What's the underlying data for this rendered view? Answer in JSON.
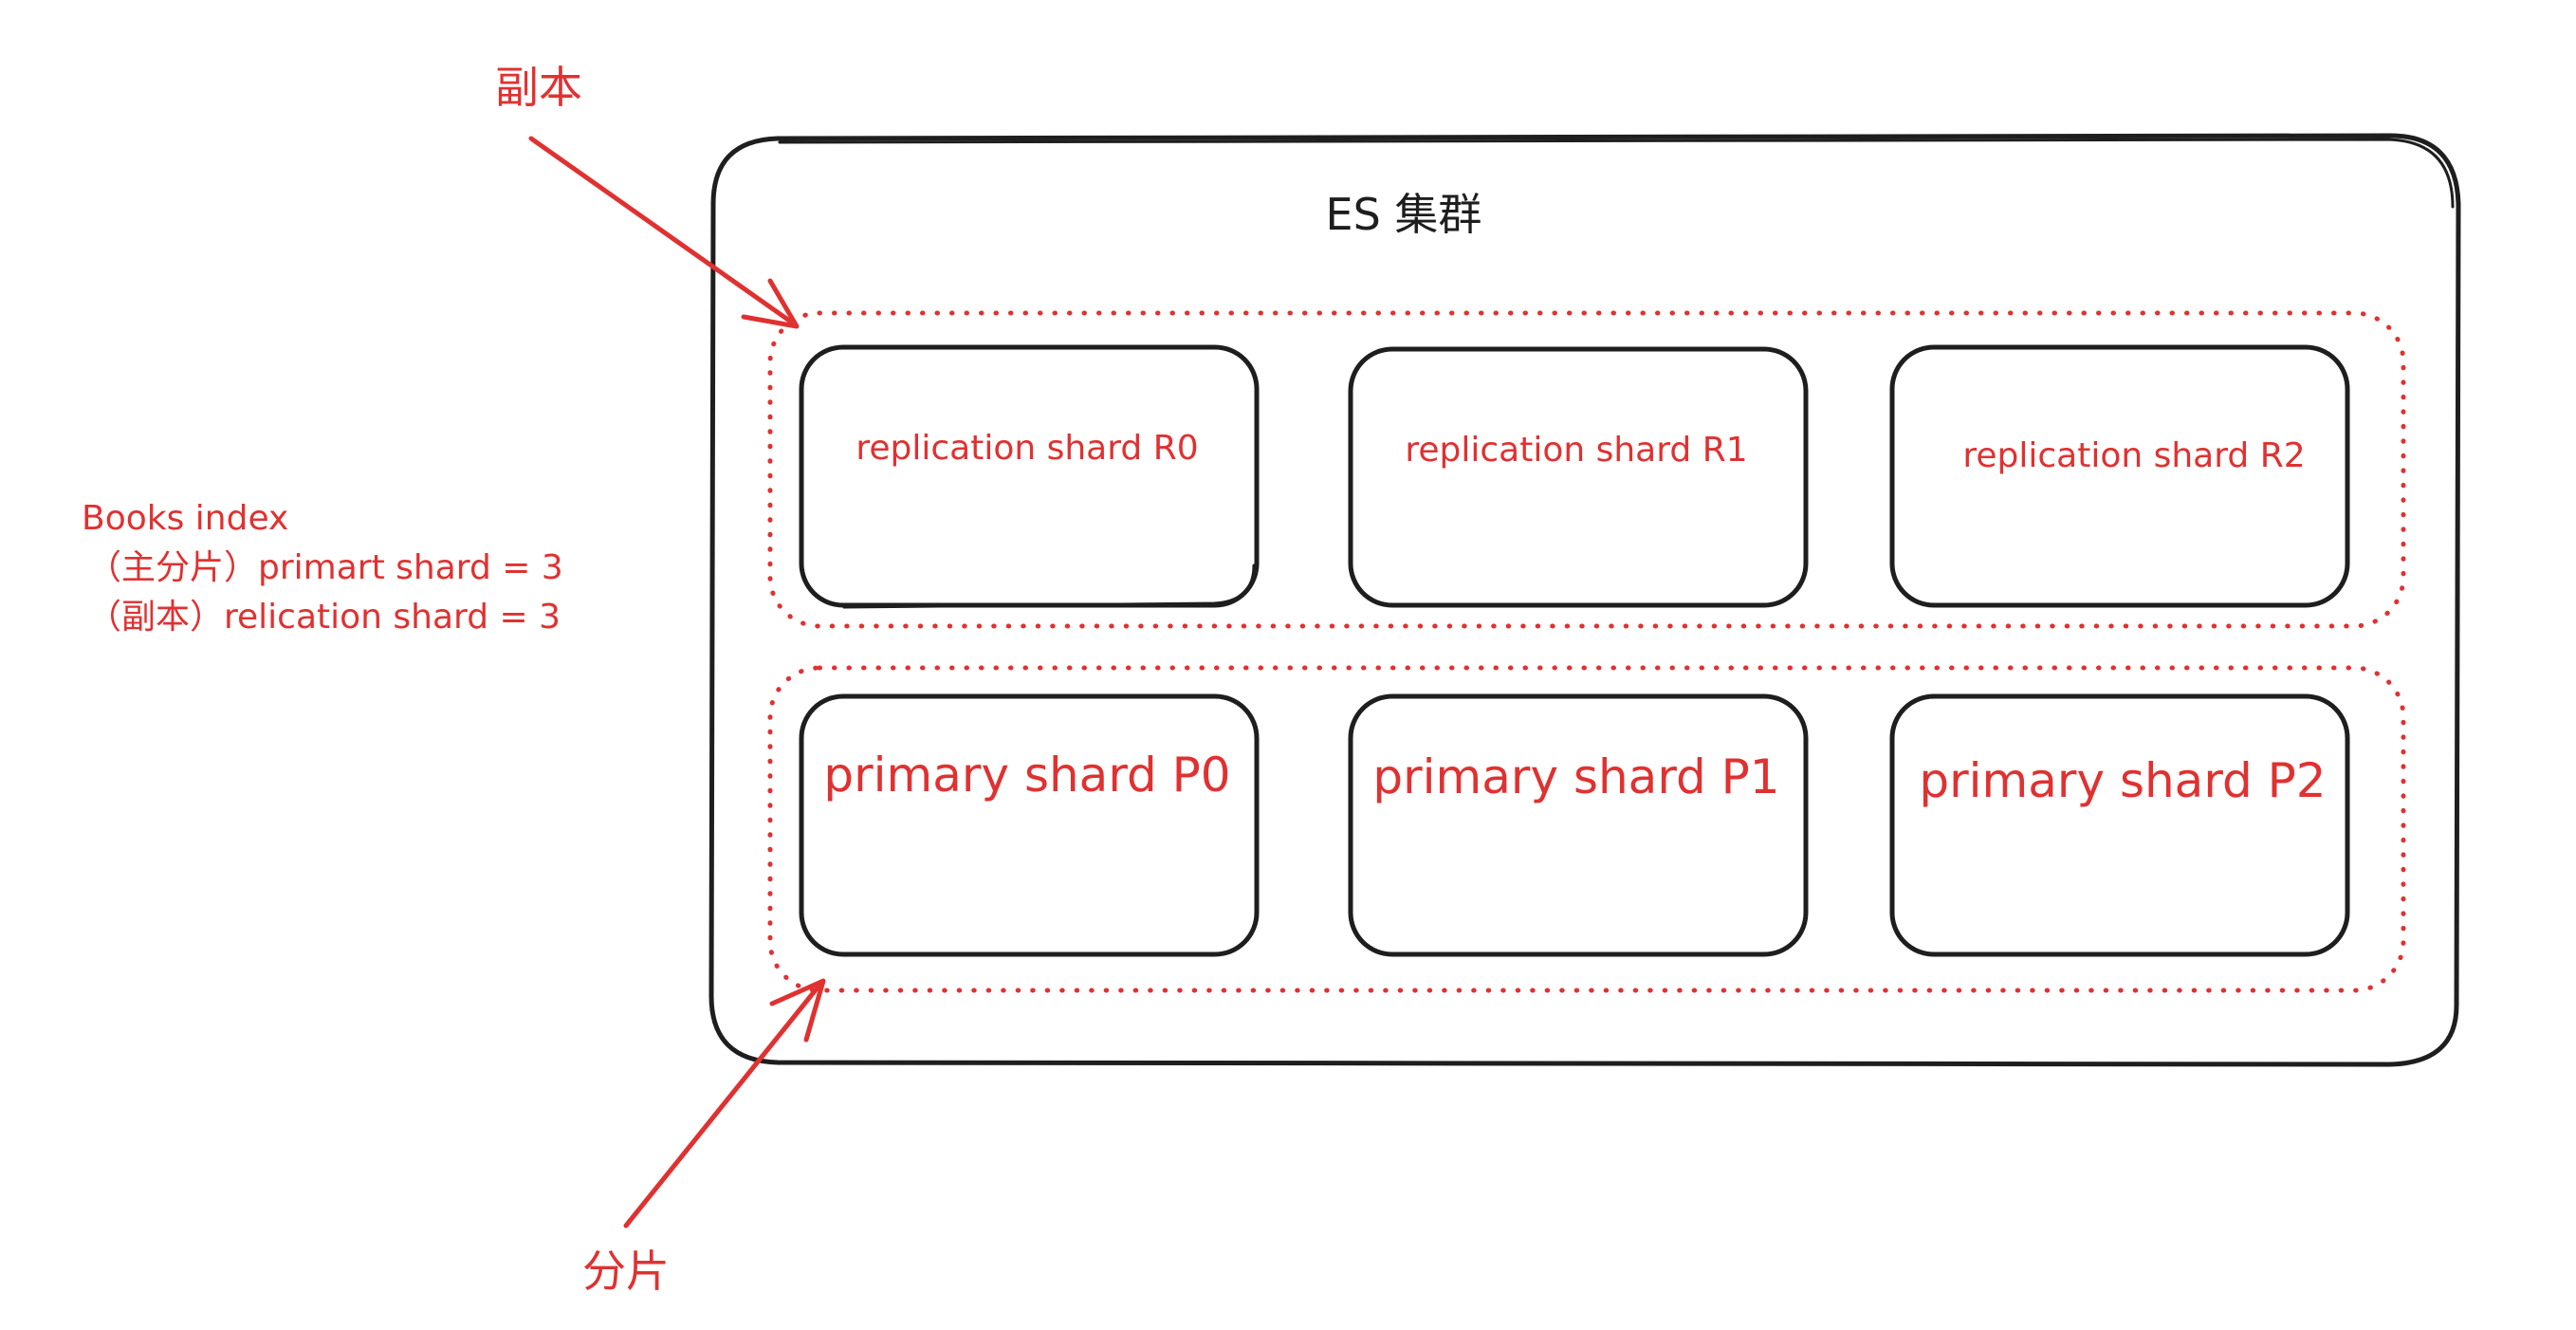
{
  "cluster": {
    "title": "ES 集群"
  },
  "replica_shards": [
    {
      "label": "replication shard R0"
    },
    {
      "label": "replication shard R1"
    },
    {
      "label": "replication shard R2"
    }
  ],
  "primary_shards": [
    {
      "label": "primary shard P0"
    },
    {
      "label": "primary shard P1"
    },
    {
      "label": "primary shard P2"
    }
  ],
  "legend": {
    "line1": "Books index",
    "line2": "（主分片）primart shard = 3",
    "line3": "（副本）relication shard = 3"
  },
  "annotations": {
    "replica_arrow_label": "副本",
    "primary_arrow_label": "分片"
  },
  "colors": {
    "ink": "#1e1e1e",
    "accent_red": "#e03131",
    "background": "#ffffff"
  }
}
